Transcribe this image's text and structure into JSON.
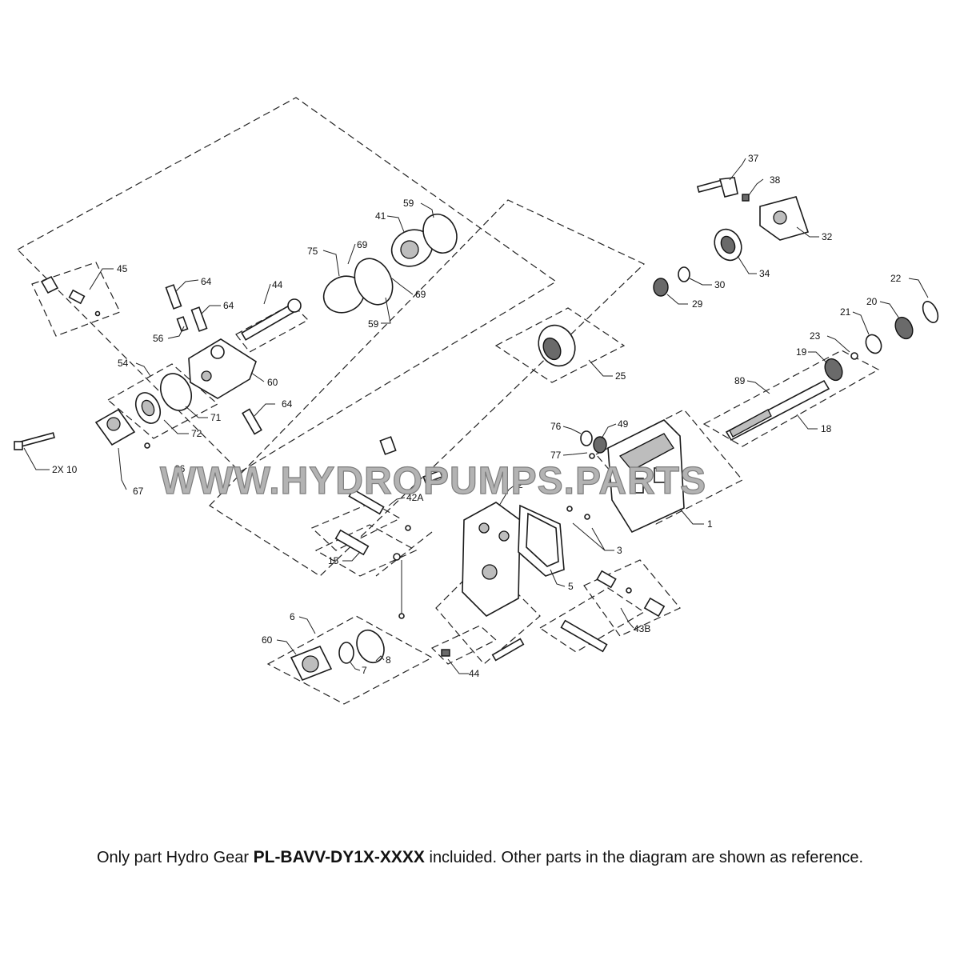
{
  "watermark": "WWW.HYDROPUMPS.PARTS",
  "caption": {
    "prefix": "Only part Hydro Gear ",
    "part_number": "PL-BAVV-DY1X-XXXX",
    "suffix": " incluided. Other parts in the diagram are shown as reference."
  },
  "callouts": [
    {
      "id": "c45",
      "text": "45"
    },
    {
      "id": "c64a",
      "text": "64"
    },
    {
      "id": "c64b",
      "text": "64"
    },
    {
      "id": "c44a",
      "text": "44"
    },
    {
      "id": "c75",
      "text": "75"
    },
    {
      "id": "c69a",
      "text": "69"
    },
    {
      "id": "c41",
      "text": "41"
    },
    {
      "id": "c59a",
      "text": "59"
    },
    {
      "id": "c69b",
      "text": "69"
    },
    {
      "id": "c59b",
      "text": "59"
    },
    {
      "id": "c56",
      "text": "56"
    },
    {
      "id": "c60a",
      "text": "60"
    },
    {
      "id": "c54",
      "text": "54"
    },
    {
      "id": "c71",
      "text": "71"
    },
    {
      "id": "c72",
      "text": "72"
    },
    {
      "id": "c64c",
      "text": "64"
    },
    {
      "id": "c2x10",
      "text": "2X 10"
    },
    {
      "id": "c67",
      "text": "67"
    },
    {
      "id": "c66",
      "text": "66"
    },
    {
      "id": "c37",
      "text": "37"
    },
    {
      "id": "c38",
      "text": "38"
    },
    {
      "id": "c32",
      "text": "32"
    },
    {
      "id": "c34",
      "text": "34"
    },
    {
      "id": "c30",
      "text": "30"
    },
    {
      "id": "c29",
      "text": "29"
    },
    {
      "id": "c22",
      "text": "22"
    },
    {
      "id": "c20",
      "text": "20"
    },
    {
      "id": "c21",
      "text": "21"
    },
    {
      "id": "c23",
      "text": "23"
    },
    {
      "id": "c19",
      "text": "19"
    },
    {
      "id": "c25",
      "text": "25"
    },
    {
      "id": "c89",
      "text": "89"
    },
    {
      "id": "c18",
      "text": "18"
    },
    {
      "id": "c76",
      "text": "76"
    },
    {
      "id": "c49",
      "text": "49"
    },
    {
      "id": "c77",
      "text": "77"
    },
    {
      "id": "c1",
      "text": "1"
    },
    {
      "id": "c2",
      "text": "2"
    },
    {
      "id": "c42a",
      "text": "42A"
    },
    {
      "id": "c3",
      "text": "3"
    },
    {
      "id": "c15",
      "text": "15"
    },
    {
      "id": "c5",
      "text": "5"
    },
    {
      "id": "c43b",
      "text": "43B"
    },
    {
      "id": "c6",
      "text": "6"
    },
    {
      "id": "c60b",
      "text": "60"
    },
    {
      "id": "c8",
      "text": "8"
    },
    {
      "id": "c7",
      "text": "7"
    },
    {
      "id": "c44b",
      "text": "44"
    }
  ]
}
